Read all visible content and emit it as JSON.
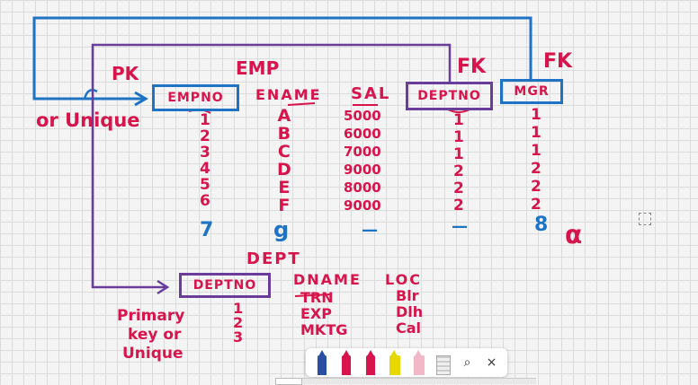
{
  "emp": {
    "title": "EMP",
    "pk_label": "PK",
    "or_unique": "or Unique",
    "fk1_label": "FK",
    "fk2_label": "FK",
    "headers": {
      "empno": "EMPNO",
      "ename": "ENAME",
      "sal": "SAL",
      "deptno": "DEPTNO",
      "mgr": "MGR"
    },
    "empno": [
      "1",
      "2",
      "3",
      "4",
      "5",
      "6"
    ],
    "ename": [
      "A",
      "B",
      "C",
      "D",
      "E",
      "F"
    ],
    "sal": [
      "5000",
      "6000",
      "7000",
      "9000",
      "8000",
      "9000"
    ],
    "deptno": [
      "1",
      "1",
      "1",
      "2",
      "2",
      "2"
    ],
    "mgr": [
      "1",
      "1",
      "1",
      "2",
      "2",
      "2"
    ],
    "extra": {
      "empno": "7",
      "ename": "g",
      "sal": "—",
      "deptno": "—",
      "mgr": "8"
    },
    "alpha": "α"
  },
  "dept": {
    "title": "DEPT",
    "headers": {
      "deptno": "DEPTNO",
      "dname": "DNAME",
      "loc": "LOC"
    },
    "deptno": [
      "1",
      "2",
      "3"
    ],
    "dname": [
      "TRN",
      "EXP",
      "MKTG"
    ],
    "loc": [
      "Blr",
      "Dlh",
      "Cal"
    ],
    "note_lines": [
      "Primary",
      "key or",
      "Unique"
    ]
  },
  "toolbar": {
    "pens": [
      "#2a4fa0",
      "#d7144b",
      "#d7144b",
      "#e6d800",
      "#f3b8c8"
    ],
    "ruler_icon": "ruler-icon",
    "search_icon": "⌕",
    "close_icon": "×"
  },
  "colors": {
    "red": "#d7144b",
    "blue": "#1f73c4",
    "purple": "#6a3d9a"
  }
}
